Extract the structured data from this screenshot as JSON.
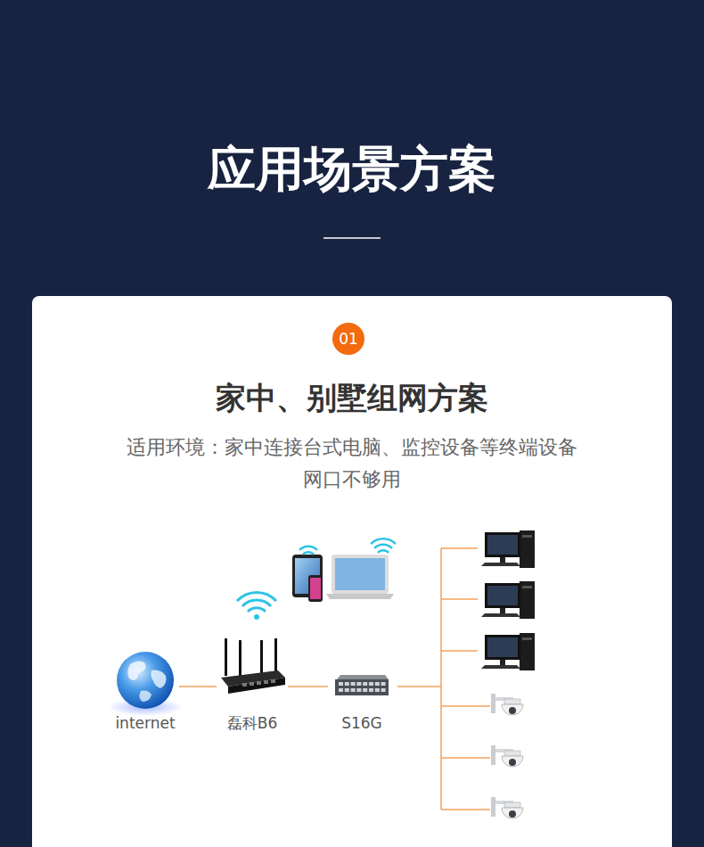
{
  "diagram": {
    "title": "应用场景方案",
    "nodes": [
      {
        "text": [
          "家中、别墅组网方案",
          "适用环境：家中连接台式电脑、监控设备等终端设备网口不够用"
        ]
      },
      {
        "text": [
          "01"
        ],
        "in": 0
      },
      {
        "text": [
          "internet"
        ],
        "in": 0
      },
      {
        "text": [
          "磊科B6"
        ],
        "in": 0
      },
      {
        "text": [
          "S16G"
        ],
        "in": 0
      }
    ],
    "edges": [
      {
        "from": 2,
        "to": 3,
        "arrow": "none"
      },
      {
        "from": 3,
        "to": 4,
        "arrow": "none"
      }
    ]
  }
}
